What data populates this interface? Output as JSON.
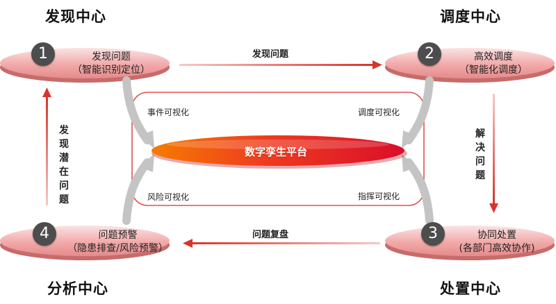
{
  "corners": {
    "discovery_center": "发现中心",
    "dispatch_center": "调度中心",
    "analysis_center": "分析中心",
    "disposal_center": "处置中心"
  },
  "nodes": [
    {
      "number": "1",
      "title": "发现问题",
      "subtitle": "（智能识别定位）"
    },
    {
      "number": "2",
      "title": "高效调度",
      "subtitle": "（智能化调度）"
    },
    {
      "number": "3",
      "title": "协同处置",
      "subtitle": "(各部门高效协作)"
    },
    {
      "number": "4",
      "title": "问题预警",
      "subtitle": "（隐患排查/风险预警）"
    }
  ],
  "flows": {
    "top": "发现问题",
    "right": "解决问题",
    "bottom": "问题复盘",
    "left": "发现潜在问题"
  },
  "visualizations": {
    "top_left": "事件可视化",
    "top_right": "调度可视化",
    "bottom_left": "风险可视化",
    "bottom_right": "指挥可视化"
  },
  "center": {
    "label": "数字孪生平台"
  },
  "colors": {
    "accent_red": "#d9342b",
    "node_fill": "#f0b4b4",
    "badge": "#4d4d4d",
    "frame_border": "#e05050",
    "gray_arrow": "#c4c4c4"
  }
}
